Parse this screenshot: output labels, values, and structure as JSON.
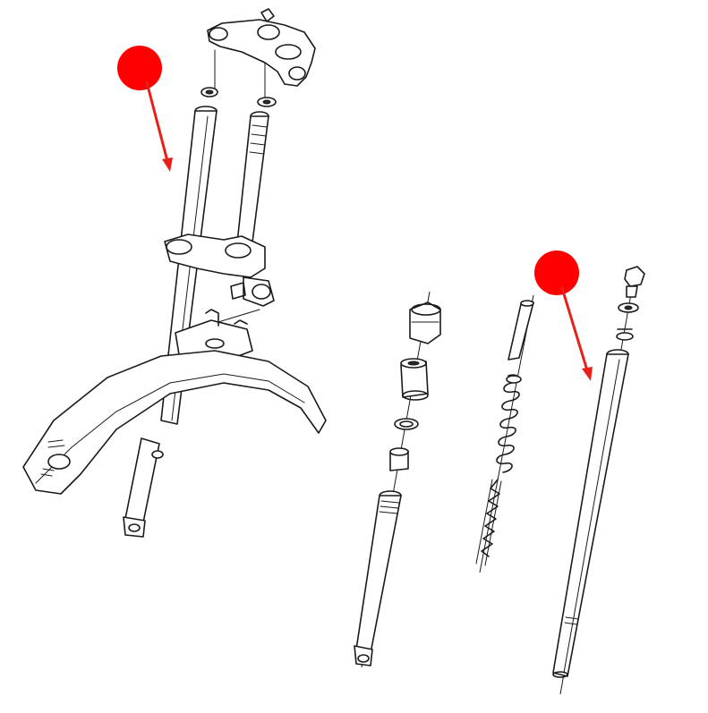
{
  "diagram": {
    "colors": {
      "ink": "#1a1a1a",
      "background": "#ffffff",
      "marker": "#ff0000",
      "arrow": "#e8201a"
    },
    "callouts": [
      {
        "id": "marker-left",
        "shape": "red-dot-with-arrow",
        "points_to": "left-fork-tube"
      },
      {
        "id": "marker-right",
        "shape": "red-dot-with-arrow",
        "points_to": "right-fork-tube"
      }
    ],
    "components": [
      "top-triple-clamp",
      "left-fork-tube",
      "steering-stem",
      "bottom-triple-clamp",
      "front-fender",
      "slider-bottom-left",
      "dust-boot",
      "fork-bushing",
      "oil-seal",
      "spacer",
      "slider-lower",
      "fork-spring",
      "damper-rod",
      "top-bolt",
      "washer",
      "o-ring",
      "inner-tube-right"
    ]
  }
}
